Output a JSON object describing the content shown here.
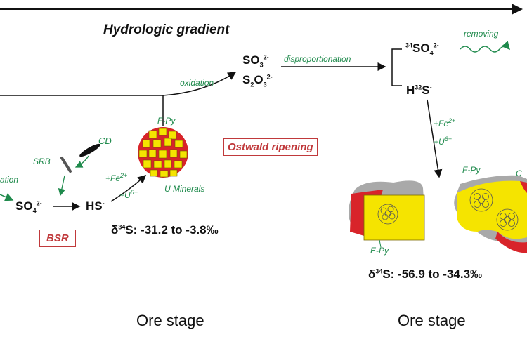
{
  "header": {
    "gradient_label": "Hydrologic gradient"
  },
  "labels": {
    "removing": "removing",
    "disproportionation": "disproportionation",
    "oxidation": "oxidation",
    "cd": "CD",
    "srb": "SRB",
    "fpy_left": "F-Py",
    "u_minerals": "U Minerals",
    "ostwald": "Ostwald ripening",
    "bsr": "BSR",
    "ation_fragment": "ation",
    "fe_left": "+Fe",
    "u_left": "+U",
    "fe_right": "+Fe",
    "u_right": "+U",
    "fpy_right": "F-Py",
    "c_fragment": "C",
    "epy": "E-Py"
  },
  "species": {
    "so3": "SO",
    "s2o3_s": "S",
    "s2o3_o": "O",
    "so4_34": "SO",
    "h32s": "H",
    "so4_left": "SO",
    "hs": "HS"
  },
  "isotopes": {
    "left_prefix": "δ",
    "left_mass": "34",
    "left_value": "S: -31.2 to -3.8‰",
    "right_prefix": "δ",
    "right_mass": "34",
    "right_value": "S: -56.9 to -34.3‰"
  },
  "stages": {
    "left": "Ore stage",
    "right": "Ore stage"
  },
  "colors": {
    "green": "#1f8a4c",
    "red": "#c0393b",
    "yellow": "#f5e400",
    "grain_red": "#d8242a",
    "gray": "#a9a9a9"
  }
}
